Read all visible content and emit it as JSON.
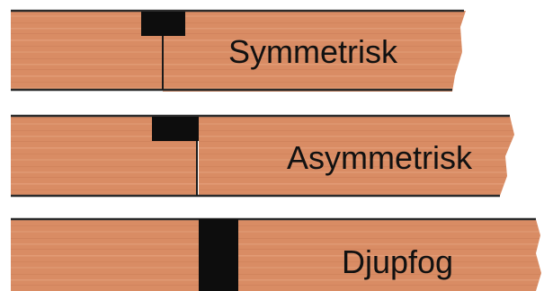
{
  "joints": [
    {
      "id": "symmetric",
      "label": "Symmetrisk",
      "joint_type": "symmetric"
    },
    {
      "id": "asymmetric",
      "label": "Asymmetrisk",
      "joint_type": "asymmetric"
    },
    {
      "id": "deep",
      "label": "Djupfog",
      "joint_type": "deep"
    }
  ],
  "colors": {
    "wood": "#d98c64",
    "wood_light": "#e6a47f",
    "wood_dark": "#c57753",
    "edge": "#2b2b2b",
    "sealant": "#0d0d0d"
  }
}
